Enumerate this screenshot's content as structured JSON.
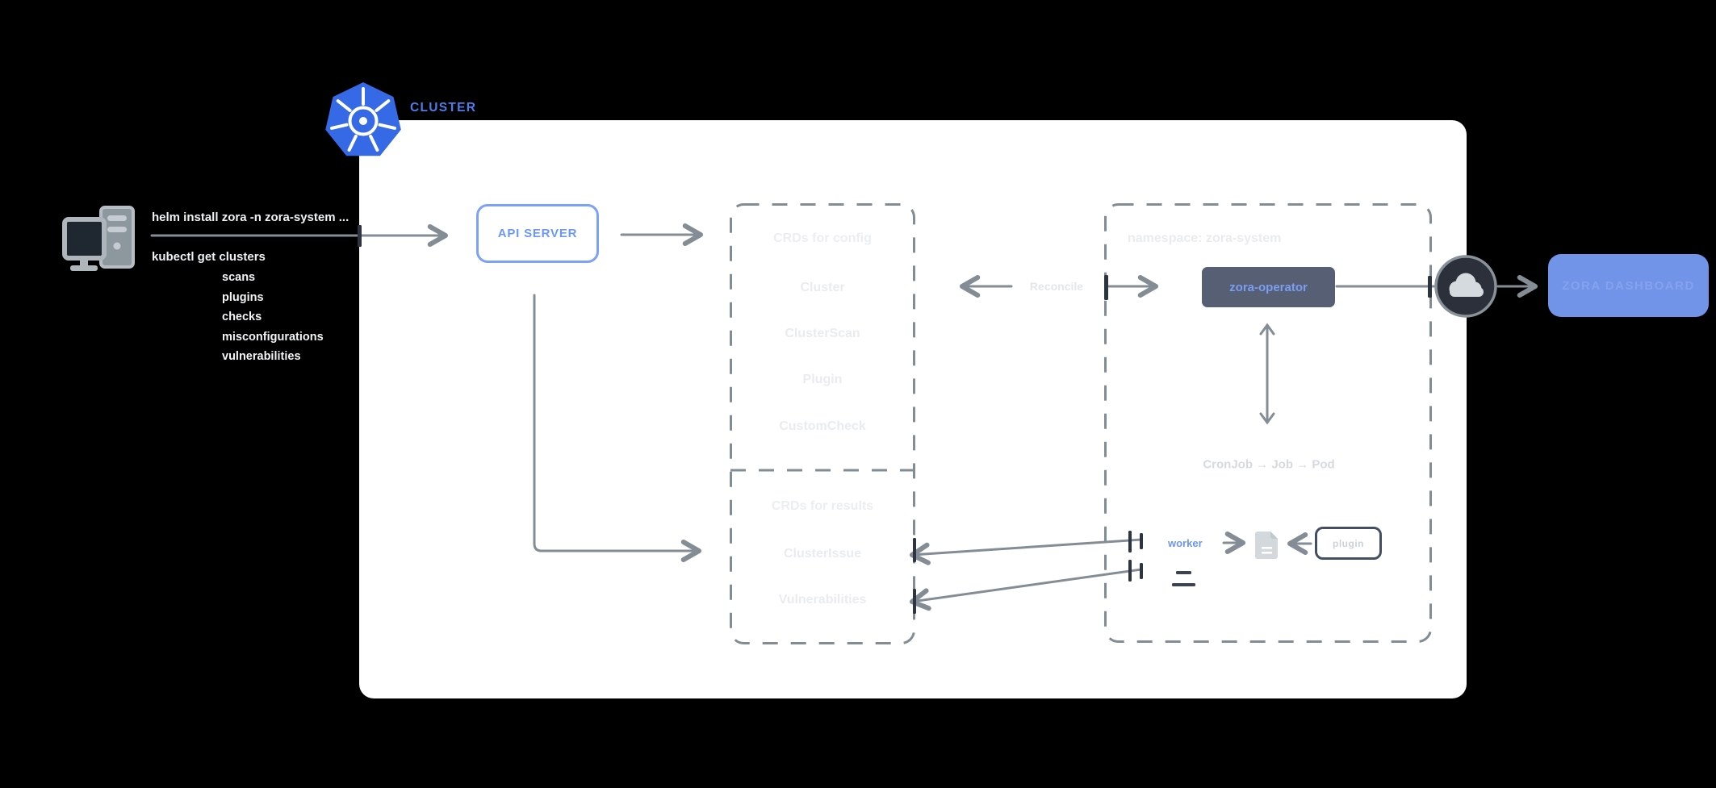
{
  "diagram": {
    "cluster_label": "CLUSTER",
    "terminal": {
      "helm_command": "helm install zora -n zora-system ...",
      "kubectl_command": "kubectl get clusters",
      "kubectl_resources": [
        "scans",
        "plugins",
        "checks",
        "misconfigurations",
        "vulnerabilities"
      ]
    },
    "api_server_label": "API SERVER",
    "crds_config": {
      "title": "CRDs for config",
      "items": [
        "Cluster",
        "ClusterScan",
        "Plugin",
        "CustomCheck"
      ]
    },
    "crds_results": {
      "title": "CRDs for results",
      "items": [
        "ClusterIssue",
        "Vulnerabilities"
      ]
    },
    "reconcile_label": "Reconcile",
    "namespace": {
      "title": "namespace: zora-system",
      "operator_label": "zora-operator",
      "cronjob_flow": "CronJob → Job → Pod",
      "worker_label": "worker",
      "plugin_label": "plugin"
    },
    "dashboard_label": "ZORA DASHBOARD",
    "colors": {
      "kubernetes_blue": "#3569e6",
      "cluster_text": "#4d7ceb",
      "accent_blue": "#6b97f6",
      "operator_bg": "#565f73",
      "operator_text": "#7b9df2",
      "dashboard_bg": "#7193e8",
      "arrow_gray": "#848d95",
      "dashed_border": "#828c94",
      "tick_dark": "#2e3440",
      "faint_label": "#e9ecef"
    }
  }
}
